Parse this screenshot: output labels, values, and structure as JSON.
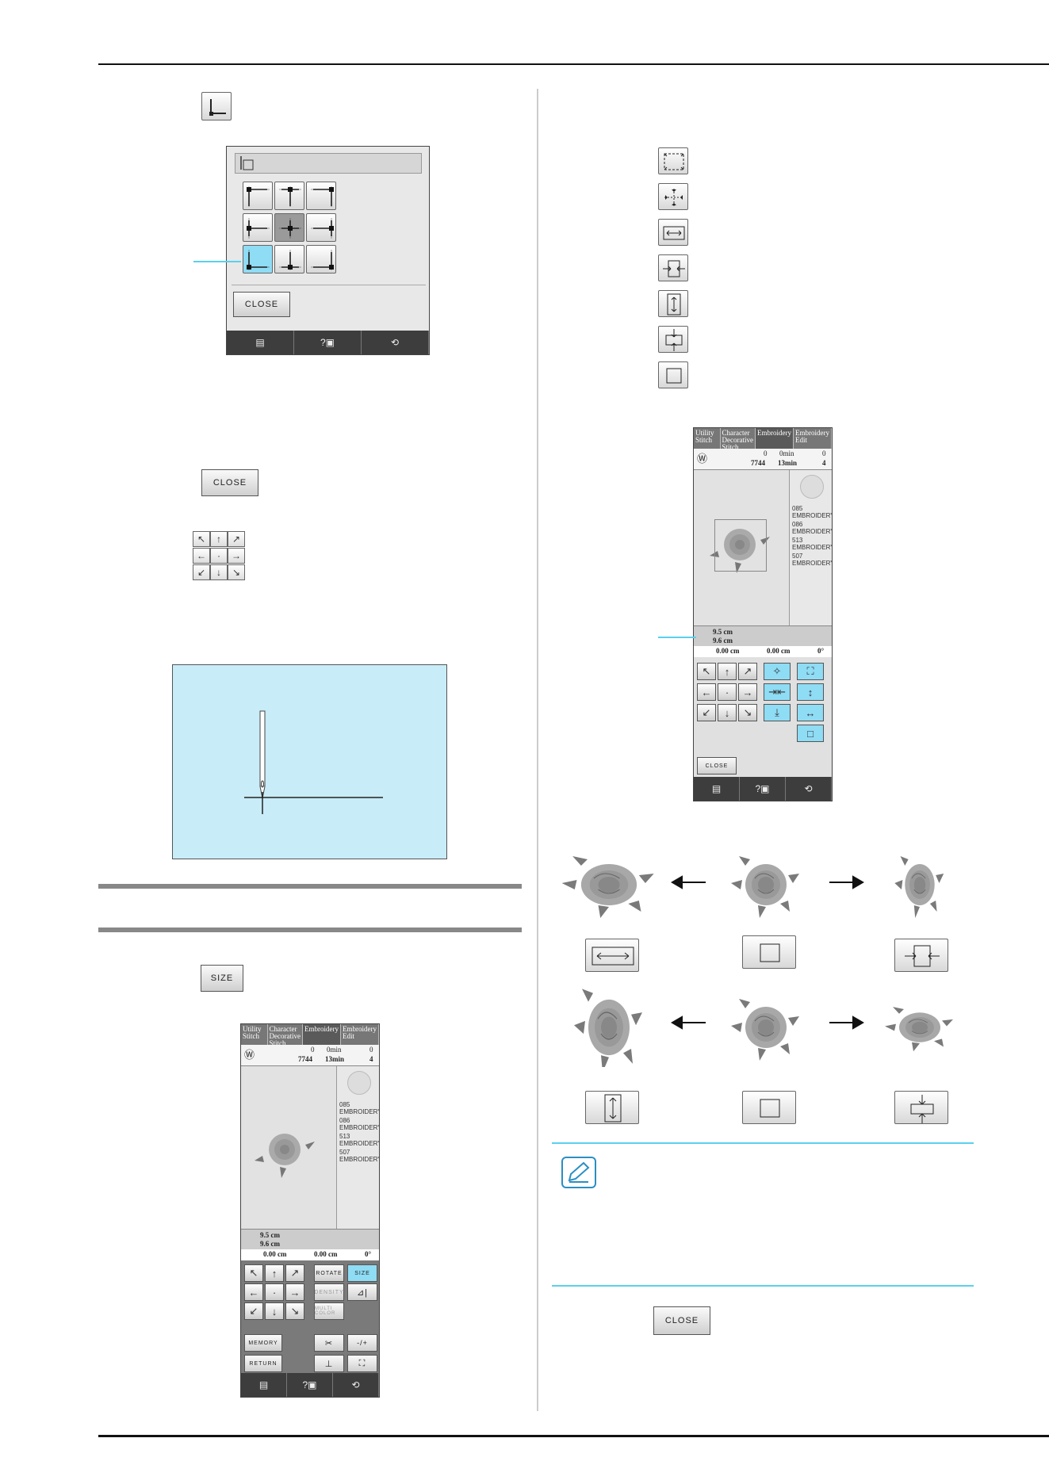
{
  "close_label": "CLOSE",
  "size_label": "SIZE",
  "rotate_label": "ROTATE",
  "density_label": "DENSITY",
  "multi_color_label": "MULTI COLOR",
  "memory_label": "MEMORY",
  "return_label": "RETURN",
  "tabs": [
    "Utility Stitch",
    "Character Decorative Stitch",
    "Embroidery",
    "Embroidery Edit"
  ],
  "stitch_count": "0",
  "stitch_total": "7744",
  "time_min": "0min",
  "time_total": "13min",
  "color_count": "0",
  "color_total": "4",
  "threads": [
    {
      "code": "085",
      "name": "EMBROIDERY"
    },
    {
      "code": "086",
      "name": "EMBROIDERY"
    },
    {
      "code": "513",
      "name": "EMBROIDERY"
    },
    {
      "code": "507",
      "name": "EMBROIDERY"
    }
  ],
  "size_width": "9.5 cm",
  "size_height": "9.6 cm",
  "offset_x": "0.00 cm",
  "offset_y": "0.00 cm",
  "angle": "0°",
  "colors": {
    "accent": "#8fdcf5",
    "cyan_line": "#5ad0ee",
    "needle_bg": "#c8ecf8"
  }
}
